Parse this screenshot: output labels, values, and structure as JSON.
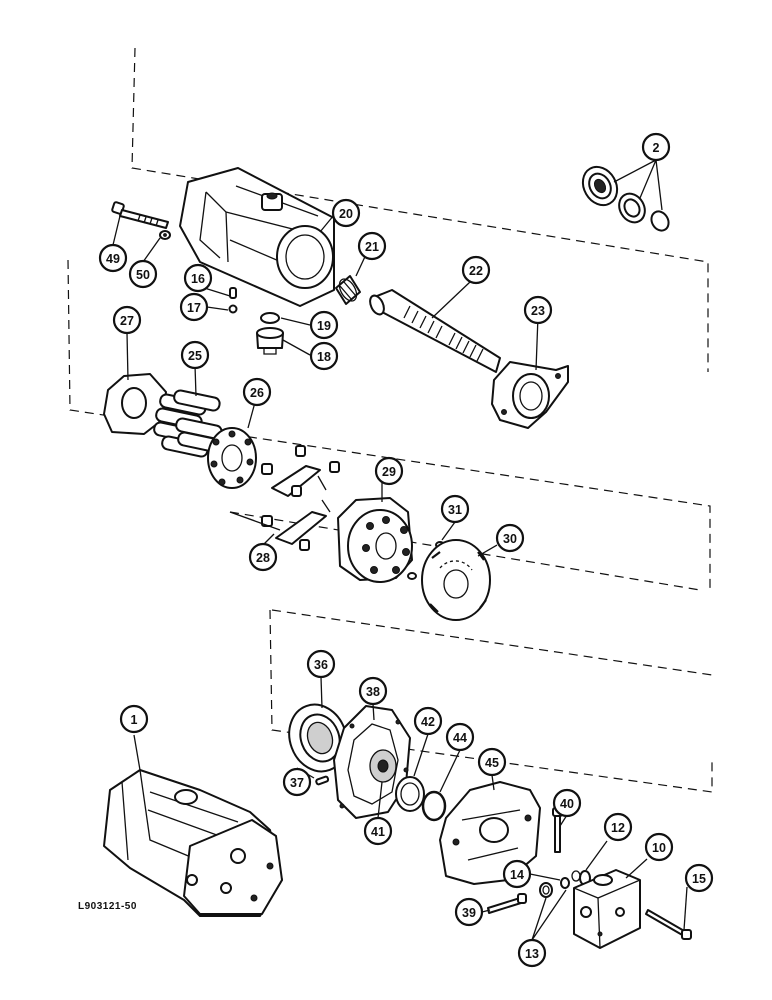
{
  "figure_code": "L903121-50",
  "callouts": [
    "1",
    "2",
    "10",
    "12",
    "13",
    "14",
    "15",
    "16",
    "17",
    "18",
    "19",
    "20",
    "21",
    "22",
    "23",
    "25",
    "26",
    "27",
    "28",
    "29",
    "30",
    "31",
    "36",
    "37",
    "38",
    "39",
    "40",
    "41",
    "42",
    "44",
    "45",
    "49",
    "50"
  ]
}
